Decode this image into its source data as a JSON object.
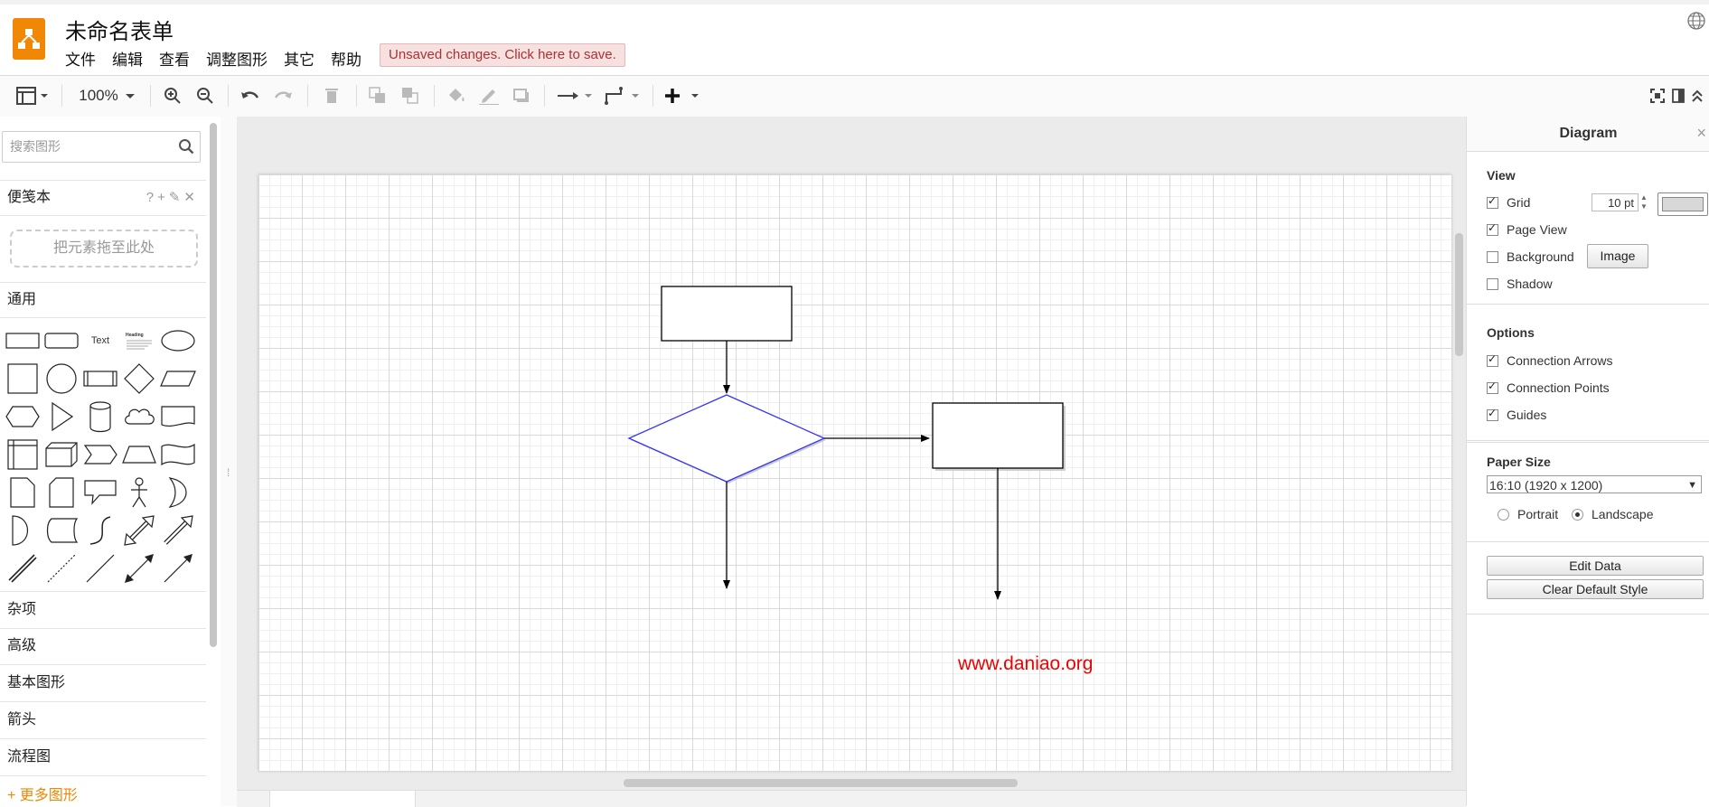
{
  "app": {
    "title": "未命名表单",
    "menu": [
      "文件",
      "编辑",
      "查看",
      "调整图形",
      "其它",
      "帮助"
    ],
    "save_notice": "Unsaved changes. Click here to save."
  },
  "toolbar": {
    "zoom": "100%"
  },
  "sidebar": {
    "search_placeholder": "搜索图形",
    "scratchpad": {
      "label": "便笺本",
      "actions": "?+✎✕",
      "dropzone": "把元素拖至此处"
    },
    "general": {
      "label": "通用",
      "text_shape": "Text",
      "heading_shape": "Heading"
    },
    "categories": [
      "杂项",
      "高级",
      "基本图形",
      "箭头",
      "流程图"
    ],
    "more_shapes": "+ 更多图形"
  },
  "canvas": {
    "watermark": "www.daniao.org"
  },
  "panel": {
    "title": "Diagram",
    "close": "×",
    "view": {
      "heading": "View",
      "grid": {
        "label": "Grid",
        "checked": true,
        "size": "10 pt",
        "color": "#d8d8d8"
      },
      "page_view": {
        "label": "Page View",
        "checked": true
      },
      "background": {
        "label": "Background",
        "checked": false,
        "button": "Image"
      },
      "shadow": {
        "label": "Shadow",
        "checked": false
      }
    },
    "options": {
      "heading": "Options",
      "connection_arrows": {
        "label": "Connection Arrows",
        "checked": true
      },
      "connection_points": {
        "label": "Connection Points",
        "checked": true
      },
      "guides": {
        "label": "Guides",
        "checked": true
      }
    },
    "paper": {
      "heading": "Paper Size",
      "size": "16:10 (1920 x 1200)",
      "portrait": "Portrait",
      "landscape": "Landscape",
      "orientation": "landscape"
    },
    "buttons": {
      "edit_data": "Edit Data",
      "clear_style": "Clear Default Style"
    }
  },
  "colors": {
    "accent": "#f08705",
    "selection": "#3333ff",
    "watermark": "#ee0000"
  }
}
